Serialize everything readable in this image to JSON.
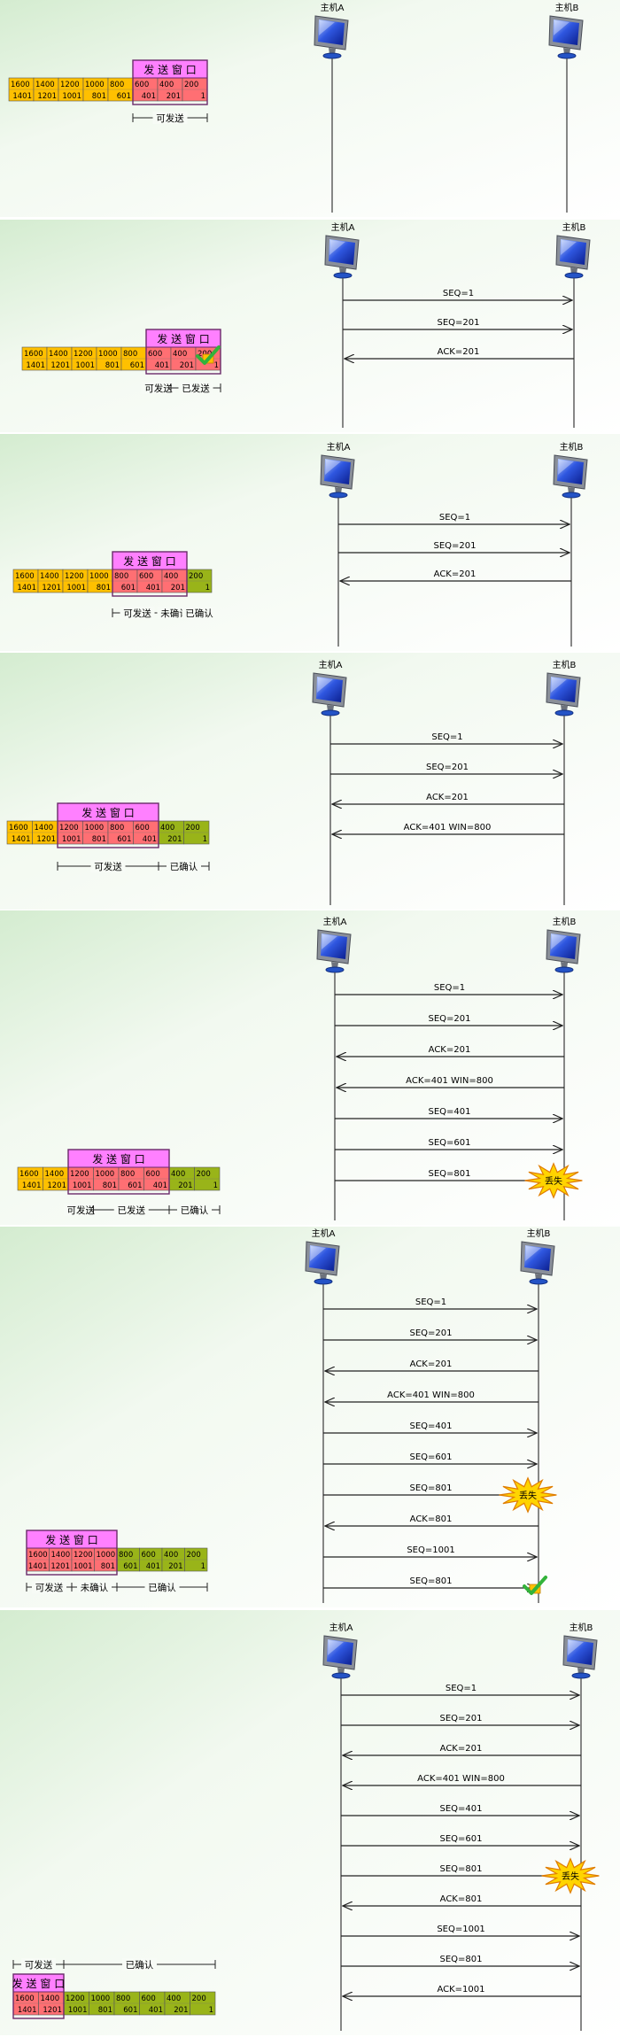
{
  "host_a_label": "主机A",
  "host_b_label": "主机B",
  "window_title": "发 送 窗 口",
  "lost_label": "丢失",
  "cells": [
    {
      "hi": "1600",
      "lo": "1401"
    },
    {
      "hi": "1400",
      "lo": "1201"
    },
    {
      "hi": "1200",
      "lo": "1001"
    },
    {
      "hi": "1000",
      "lo": "801"
    },
    {
      "hi": "800",
      "lo": "601"
    },
    {
      "hi": "600",
      "lo": "401"
    },
    {
      "hi": "400",
      "lo": "201"
    },
    {
      "hi": "200",
      "lo": "1"
    }
  ],
  "colors": {
    "unsent": "#FFC000",
    "window": "#FF6F73",
    "window_title_bg": "#FF80FF",
    "acked": "#99B419",
    "burst": "#FFD400",
    "check": "#33B33A"
  },
  "panels": [
    {
      "states": [
        "u",
        "u",
        "u",
        "u",
        "u",
        "w",
        "w",
        "w"
      ],
      "win_start": 5,
      "messages": [],
      "range": [
        {
          "text": "可发送",
          "from": 5,
          "to": 8
        }
      ]
    },
    {
      "states": [
        "u",
        "u",
        "u",
        "u",
        "u",
        "w",
        "w",
        "w"
      ],
      "win_start": 5,
      "check_on_cell": 7,
      "messages": [
        {
          "text": "SEQ=1",
          "dir": "right"
        },
        {
          "text": "SEQ=201",
          "dir": "right"
        },
        {
          "text": "ACK=201",
          "dir": "left"
        }
      ],
      "range": [
        {
          "text": "可发送",
          "from": 5,
          "to": 6
        },
        {
          "text": "已发送",
          "from": 6,
          "to": 8
        }
      ]
    },
    {
      "states": [
        "u",
        "u",
        "u",
        "u",
        "w",
        "w",
        "w",
        "g"
      ],
      "win_start": 4,
      "messages": [
        {
          "text": "SEQ=1",
          "dir": "right"
        },
        {
          "text": "SEQ=201",
          "dir": "right"
        },
        {
          "text": "ACK=201",
          "dir": "left"
        }
      ],
      "range": [
        {
          "text": "可发送",
          "from": 4,
          "to": 6
        },
        {
          "text": "未确认",
          "from": 6,
          "to": 7
        },
        {
          "text": "已确认",
          "from": 7,
          "to": 8
        }
      ]
    },
    {
      "states": [
        "u",
        "u",
        "w",
        "w",
        "w",
        "w",
        "g",
        "g"
      ],
      "win_start": 2,
      "messages": [
        {
          "text": "SEQ=1",
          "dir": "right"
        },
        {
          "text": "SEQ=201",
          "dir": "right"
        },
        {
          "text": "ACK=201",
          "dir": "left"
        },
        {
          "text": "ACK=401  WIN=800",
          "dir": "left"
        }
      ],
      "range": [
        {
          "text": "可发送",
          "from": 2,
          "to": 6
        },
        {
          "text": "已确认",
          "from": 6,
          "to": 8
        }
      ]
    },
    {
      "states": [
        "u",
        "u",
        "w",
        "w",
        "w",
        "w",
        "g",
        "g"
      ],
      "win_start": 2,
      "messages": [
        {
          "text": "SEQ=1",
          "dir": "right"
        },
        {
          "text": "SEQ=201",
          "dir": "right"
        },
        {
          "text": "ACK=201",
          "dir": "left"
        },
        {
          "text": "ACK=401  WIN=800",
          "dir": "left"
        },
        {
          "text": "SEQ=401",
          "dir": "right"
        },
        {
          "text": "SEQ=601",
          "dir": "right"
        },
        {
          "text": "SEQ=801",
          "dir": "right",
          "lost": true
        }
      ],
      "range": [
        {
          "text": "可发送",
          "from": 2,
          "to": 3
        },
        {
          "text": "已发送",
          "from": 3,
          "to": 6
        },
        {
          "text": "已确认",
          "from": 6,
          "to": 8
        }
      ]
    },
    {
      "states": [
        "w",
        "w",
        "w",
        "w",
        "g",
        "g",
        "g",
        "g"
      ],
      "win_start": 0,
      "messages": [
        {
          "text": "SEQ=1",
          "dir": "right"
        },
        {
          "text": "SEQ=201",
          "dir": "right"
        },
        {
          "text": "ACK=201",
          "dir": "left"
        },
        {
          "text": "ACK=401  WIN=800",
          "dir": "left"
        },
        {
          "text": "SEQ=401",
          "dir": "right"
        },
        {
          "text": "SEQ=601",
          "dir": "right"
        },
        {
          "text": "SEQ=801",
          "dir": "right",
          "lost": true
        },
        {
          "text": "ACK=801",
          "dir": "left"
        },
        {
          "text": "SEQ=1001",
          "dir": "right"
        },
        {
          "text": "SEQ=801",
          "dir": "right",
          "check": true
        }
      ],
      "range": [
        {
          "text": "可发送",
          "from": 0,
          "to": 2
        },
        {
          "text": "未确认",
          "from": 2,
          "to": 4
        },
        {
          "text": "已确认",
          "from": 4,
          "to": 8
        }
      ]
    },
    {
      "states": [
        "w",
        "w",
        "g",
        "g",
        "g",
        "g",
        "g",
        "g"
      ],
      "win_start": 0,
      "range_above": true,
      "messages": [
        {
          "text": "SEQ=1",
          "dir": "right"
        },
        {
          "text": "SEQ=201",
          "dir": "right"
        },
        {
          "text": "ACK=201",
          "dir": "left"
        },
        {
          "text": "ACK=401  WIN=800",
          "dir": "left"
        },
        {
          "text": "SEQ=401",
          "dir": "right"
        },
        {
          "text": "SEQ=601",
          "dir": "right"
        },
        {
          "text": "SEQ=801",
          "dir": "right",
          "lost": true
        },
        {
          "text": "ACK=801",
          "dir": "left"
        },
        {
          "text": "SEQ=1001",
          "dir": "right"
        },
        {
          "text": "SEQ=801",
          "dir": "right"
        },
        {
          "text": "ACK=1001",
          "dir": "left"
        }
      ],
      "range": [
        {
          "text": "可发送",
          "from": 0,
          "to": 2
        },
        {
          "text": "已确认",
          "from": 2,
          "to": 8
        }
      ]
    }
  ]
}
